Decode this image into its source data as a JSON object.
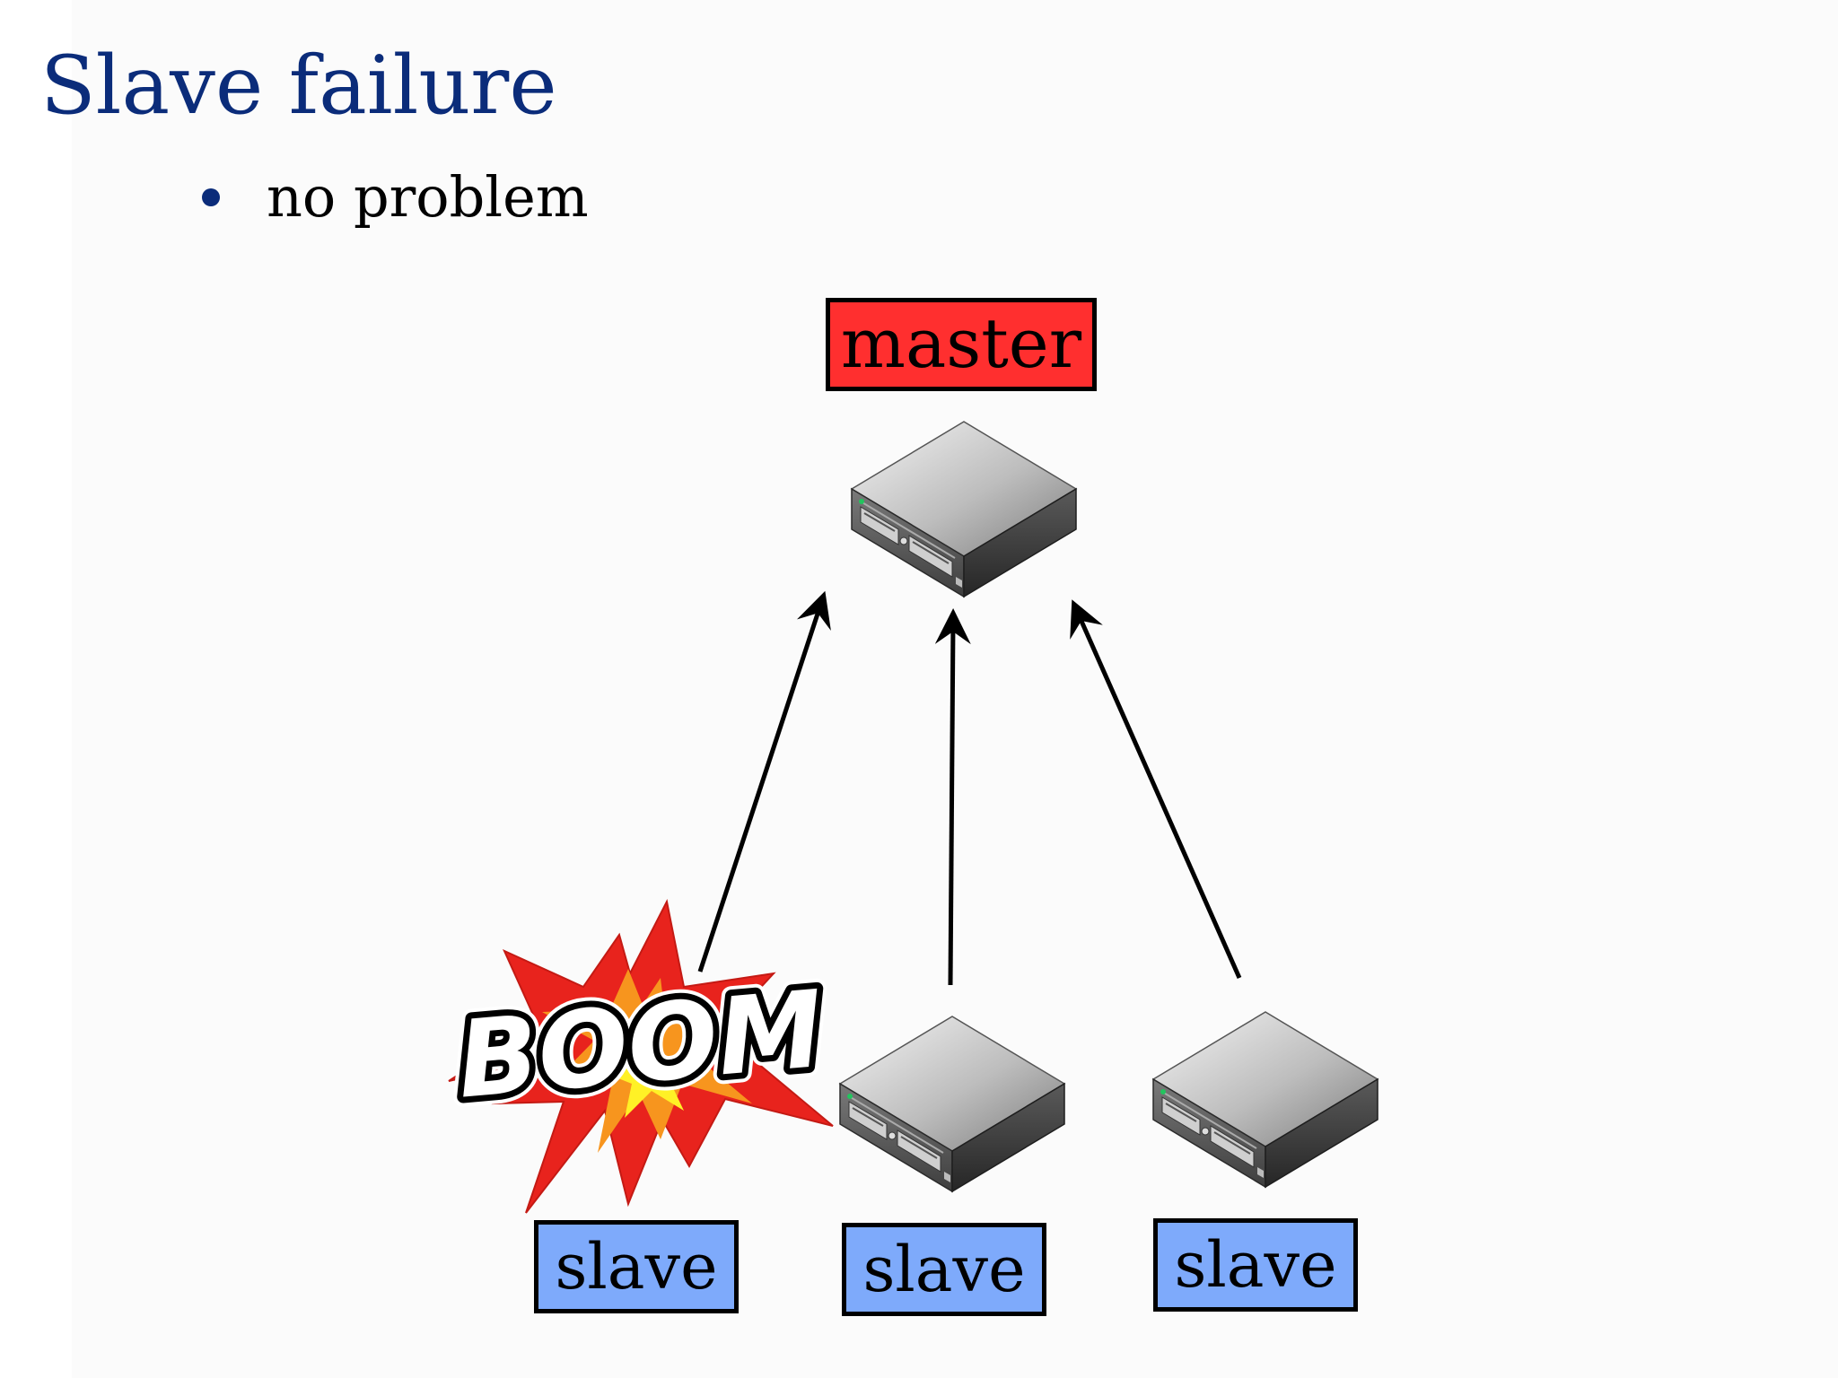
{
  "slide": {
    "title": "Slave failure",
    "bullets": [
      "no problem"
    ]
  },
  "diagram": {
    "master": {
      "label": "master",
      "color": "#ff2f2f"
    },
    "slaves": [
      {
        "label": "slave",
        "failed": true
      },
      {
        "label": "slave",
        "failed": false
      },
      {
        "label": "slave",
        "failed": false
      }
    ],
    "slave_color": "#7eaafb",
    "explosion_text": "BOOM",
    "connections": [
      {
        "from": "slave-1",
        "to": "master"
      },
      {
        "from": "slave-2",
        "to": "master"
      },
      {
        "from": "slave-3",
        "to": "master"
      }
    ],
    "icons": [
      "server-icon",
      "explosion-icon"
    ]
  }
}
